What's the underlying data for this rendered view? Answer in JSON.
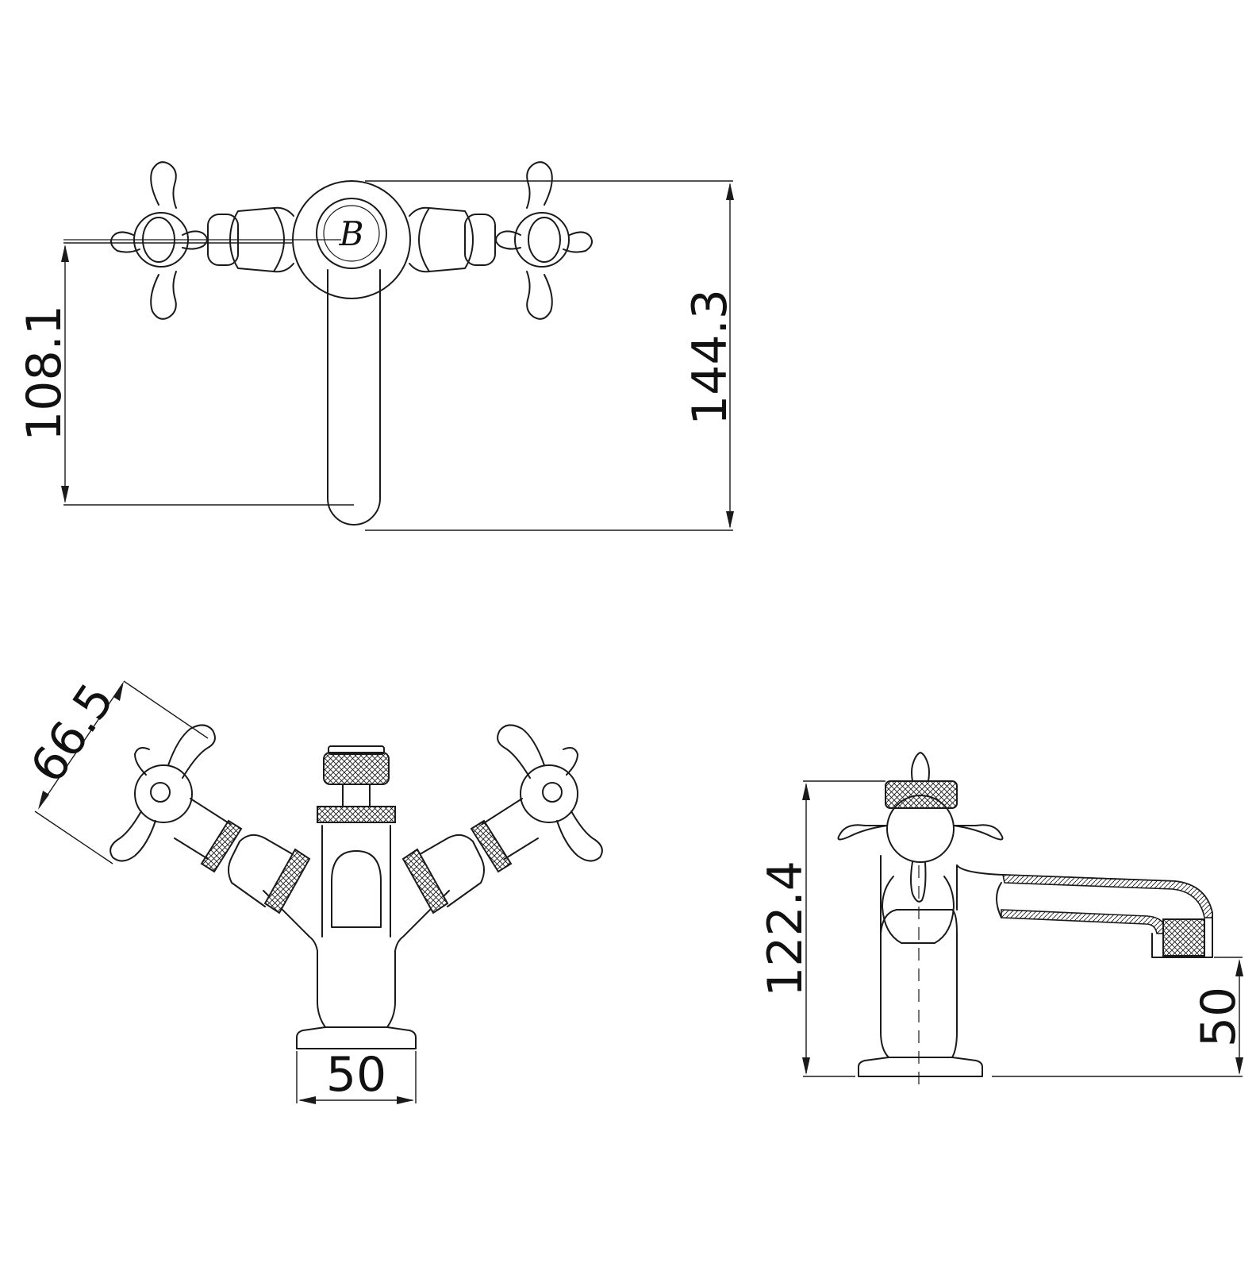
{
  "dimensions": {
    "top_left_height": "108.1",
    "top_right_height": "144.3",
    "front_diagonal": "66.5",
    "front_base_width": "50",
    "side_height": "122.4",
    "side_spout_height": "50"
  },
  "logo_mark": "B",
  "colors": {
    "line": "#1a1a1a",
    "background": "#ffffff"
  }
}
